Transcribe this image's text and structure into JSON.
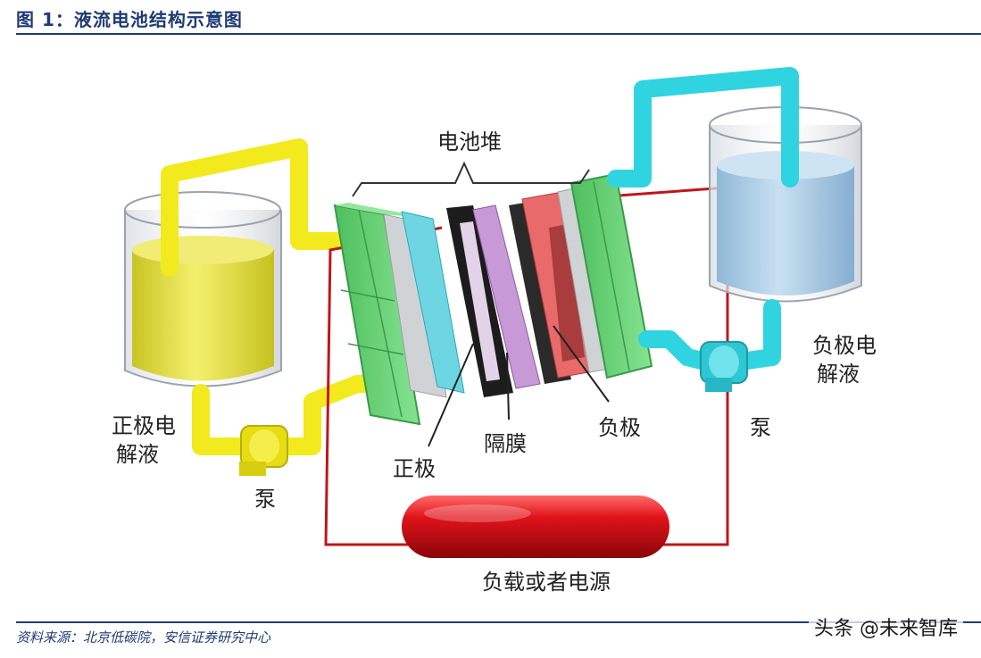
{
  "figure": {
    "title": "图 1：液流电池结构示意图",
    "source": "资料来源：北京低碳院，安信证券研究中心",
    "watermark": "头条 @未来智库"
  },
  "labels": {
    "stack": "电池堆",
    "positive_electrolyte_line1": "正极电",
    "positive_electrolyte_line2": "解液",
    "negative_electrolyte_line1": "负极电",
    "negative_electrolyte_line2": "解液",
    "pump_left": "泵",
    "pump_right": "泵",
    "positive_electrode": "正极",
    "membrane": "隔膜",
    "negative_electrode": "负极",
    "load": "负载或者电源"
  },
  "colors": {
    "title": "#1f3b73",
    "positive_pipe": "#f2ea1c",
    "negative_pipe": "#2fd4e0",
    "positive_fluid": "#e8e65a",
    "negative_fluid": "#a9cde6",
    "end_plate": "#6cd47a",
    "circuit": "#c0161a",
    "load": "#e0131a"
  }
}
